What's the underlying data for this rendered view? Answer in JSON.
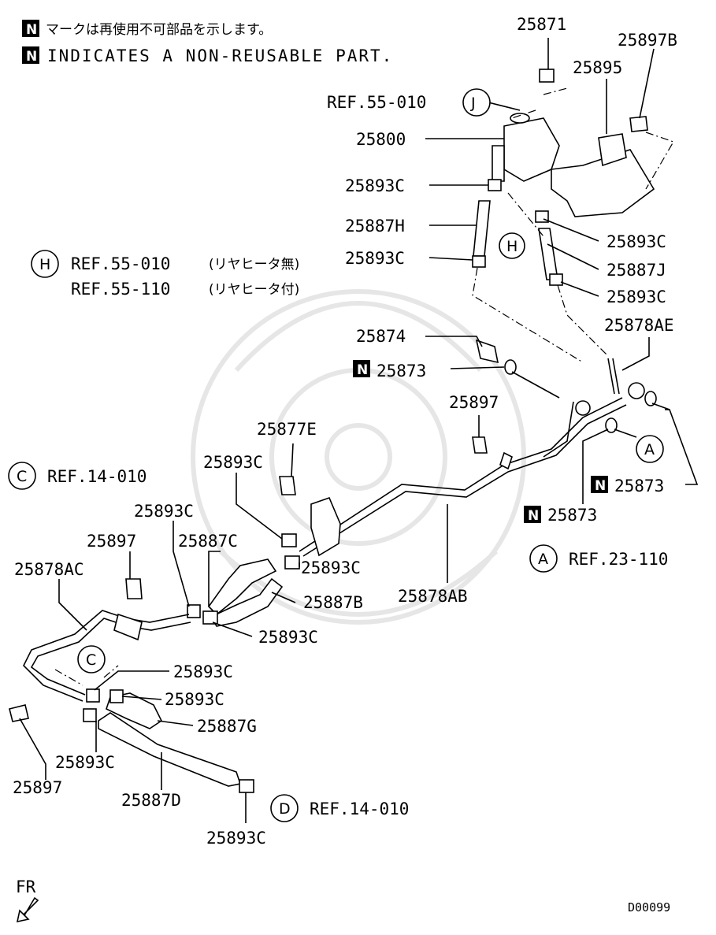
{
  "notes": {
    "badge": "N",
    "japanese": "マークは再使用不可部品を示します。",
    "english": "INDICATES A NON-REUSABLE PART."
  },
  "callouts": {
    "J": "J",
    "H": "H",
    "C": "C",
    "A": "A",
    "D": "D"
  },
  "refs": {
    "j_ref": "REF.55-010",
    "h_ref_1": "REF.55-010",
    "h_ref_1_note": "(リヤヒータ無)",
    "h_ref_2": "REF.55-110",
    "h_ref_2_note": "(リヤヒータ付)",
    "c_ref_top": "REF.14-010",
    "a_ref": "REF.23-110",
    "d_ref": "REF.14-010"
  },
  "parts": {
    "p25871": "25871",
    "p25897B": "25897B",
    "p25895": "25895",
    "p25800": "25800",
    "p25893C_a": "25893C",
    "p25887H": "25887H",
    "p25893C_b": "25893C",
    "p25893C_c": "25893C",
    "p25887J": "25887J",
    "p25893C_d": "25893C",
    "p25874": "25874",
    "p25878AE": "25878AE",
    "p25873_a": "25873",
    "p25897_a": "25897",
    "p25877E": "25877E",
    "p25873_b": "25873",
    "p25893C_e": "25893C",
    "p25873_c": "25873",
    "p25893C_f": "25893C",
    "p25897_b": "25897",
    "p25887C": "25887C",
    "p25893C_g": "25893C",
    "p25878AC": "25878AC",
    "p25887B": "25887B",
    "p25878AB": "25878AB",
    "p25893C_h": "25893C",
    "p25893C_i": "25893C",
    "p25893C_j": "25893C",
    "p25887G": "25887G",
    "p25893C_k": "25893C",
    "p25897_c": "25897",
    "p25887D": "25887D",
    "p25893C_l": "25893C"
  },
  "footer": {
    "fr": "FR",
    "code": "D00099"
  }
}
